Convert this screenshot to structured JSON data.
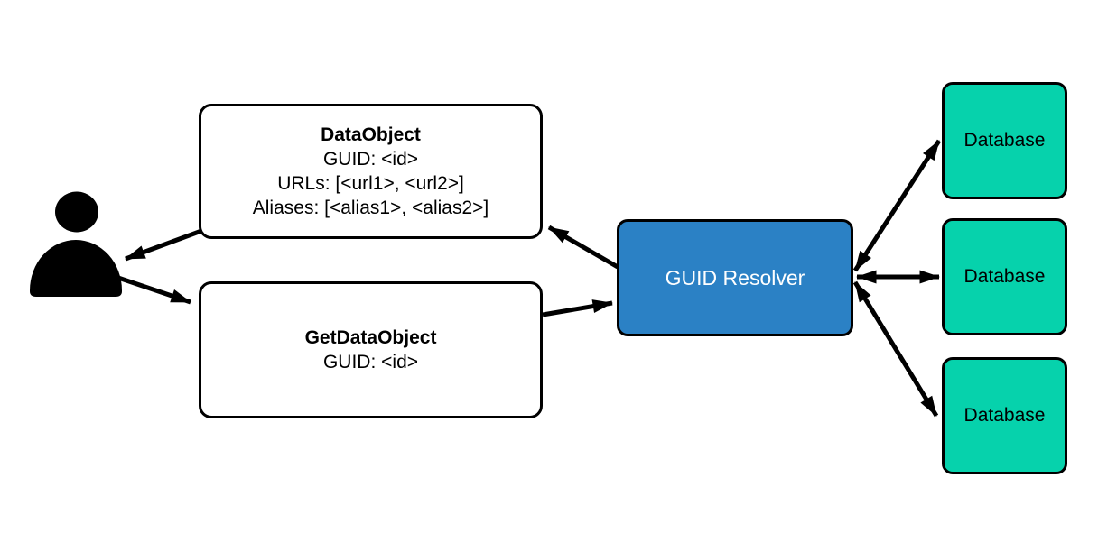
{
  "colors": {
    "background": "#ffffff",
    "ink": "#000000",
    "resolver_fill": "#2b81c5",
    "resolver_text": "#ffffff",
    "database_fill": "#06d2ac",
    "plain_node_fill": "#ffffff"
  },
  "nodes": {
    "user": {
      "icon": "user-icon"
    },
    "data_object": {
      "title": "DataObject",
      "lines": [
        "GUID: <id>",
        "URLs: [<url1>, <url2>]",
        "Aliases: [<alias1>, <alias2>]"
      ]
    },
    "get_data_object": {
      "title": "GetDataObject",
      "lines": [
        "GUID: <id>"
      ]
    },
    "guid_resolver": {
      "label": "GUID Resolver"
    },
    "databases": [
      {
        "label": "Database"
      },
      {
        "label": "Database"
      },
      {
        "label": "Database"
      }
    ]
  },
  "edges": [
    {
      "from": "data_object",
      "to": "user",
      "direction": "one-way"
    },
    {
      "from": "user",
      "to": "get_data_object",
      "direction": "one-way"
    },
    {
      "from": "guid_resolver",
      "to": "data_object",
      "direction": "one-way"
    },
    {
      "from": "get_data_object",
      "to": "guid_resolver",
      "direction": "one-way"
    },
    {
      "from": "guid_resolver",
      "to": "database-1",
      "direction": "two-way"
    },
    {
      "from": "guid_resolver",
      "to": "database-2",
      "direction": "two-way"
    },
    {
      "from": "guid_resolver",
      "to": "database-3",
      "direction": "two-way"
    }
  ]
}
